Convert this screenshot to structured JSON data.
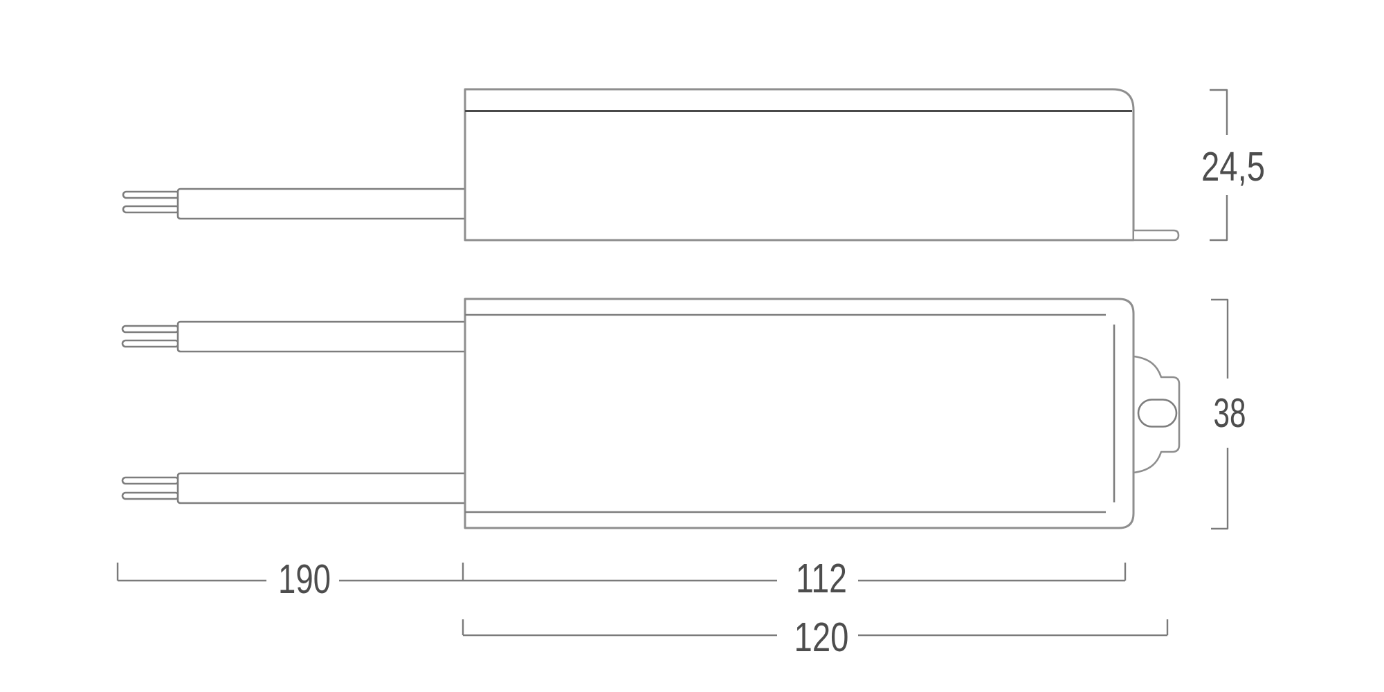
{
  "drawing": {
    "type": "technical-dimension-drawing",
    "views": {
      "side_view": "device side elevation with cable",
      "plan_view": "device top view with two cables and mounting tab"
    },
    "dimensions": {
      "side_height": "24,5",
      "plan_height": "38",
      "cable_length": "190",
      "body_length": "112",
      "overall_length": "120"
    }
  },
  "colors": {
    "background": "#ffffff",
    "outline": "#8e8e8e",
    "detail": "#7d7d7d",
    "seam": "#4a4a4a",
    "dimension": "#7a7a7a",
    "text": "#4d4d4d"
  }
}
